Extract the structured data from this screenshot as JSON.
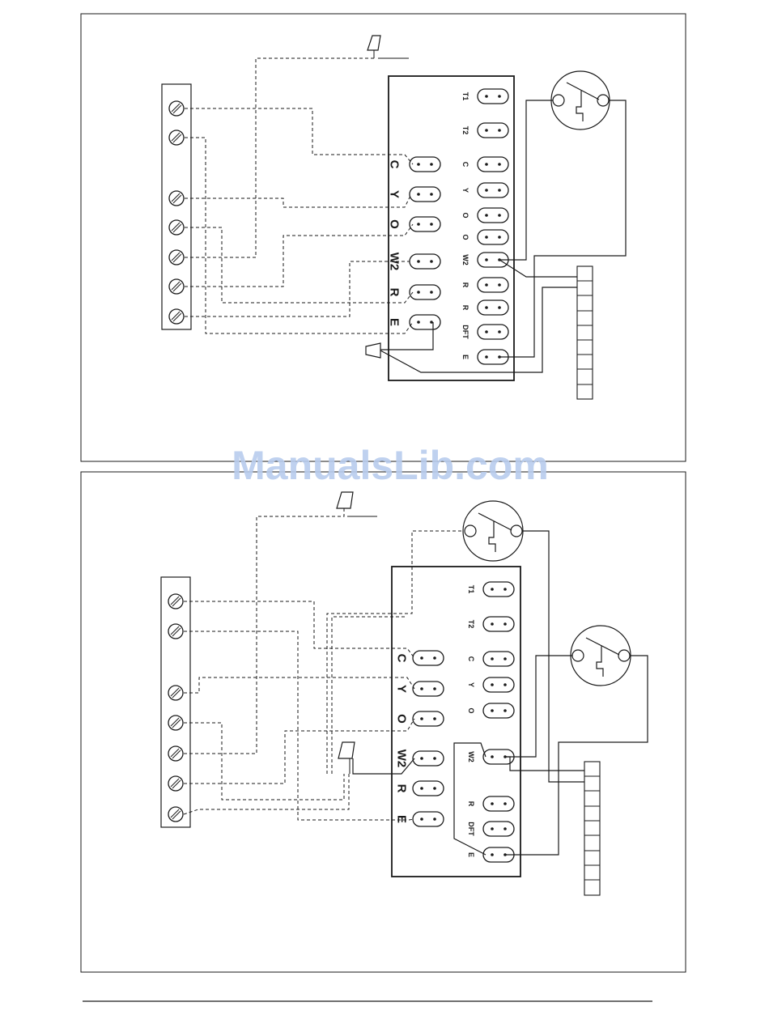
{
  "watermark": "ManualsLib.com",
  "colors": {
    "line": "#1a1a1a",
    "watermark": "#b9cdee",
    "background": "#ffffff"
  },
  "diagram1": {
    "left_labels": [
      "C",
      "Y",
      "O",
      "W2",
      "R",
      "E"
    ],
    "board_labels": [
      "T1",
      "T2",
      "C",
      "Y",
      "O",
      "O",
      "W2",
      "R",
      "R",
      "DFT",
      "E"
    ]
  },
  "diagram2": {
    "left_labels": [
      "C",
      "Y",
      "O",
      "W2",
      "R",
      "E"
    ],
    "board_labels": [
      "T1",
      "T2",
      "C",
      "Y",
      "O",
      "W2",
      "R",
      "DFT",
      "E"
    ]
  }
}
